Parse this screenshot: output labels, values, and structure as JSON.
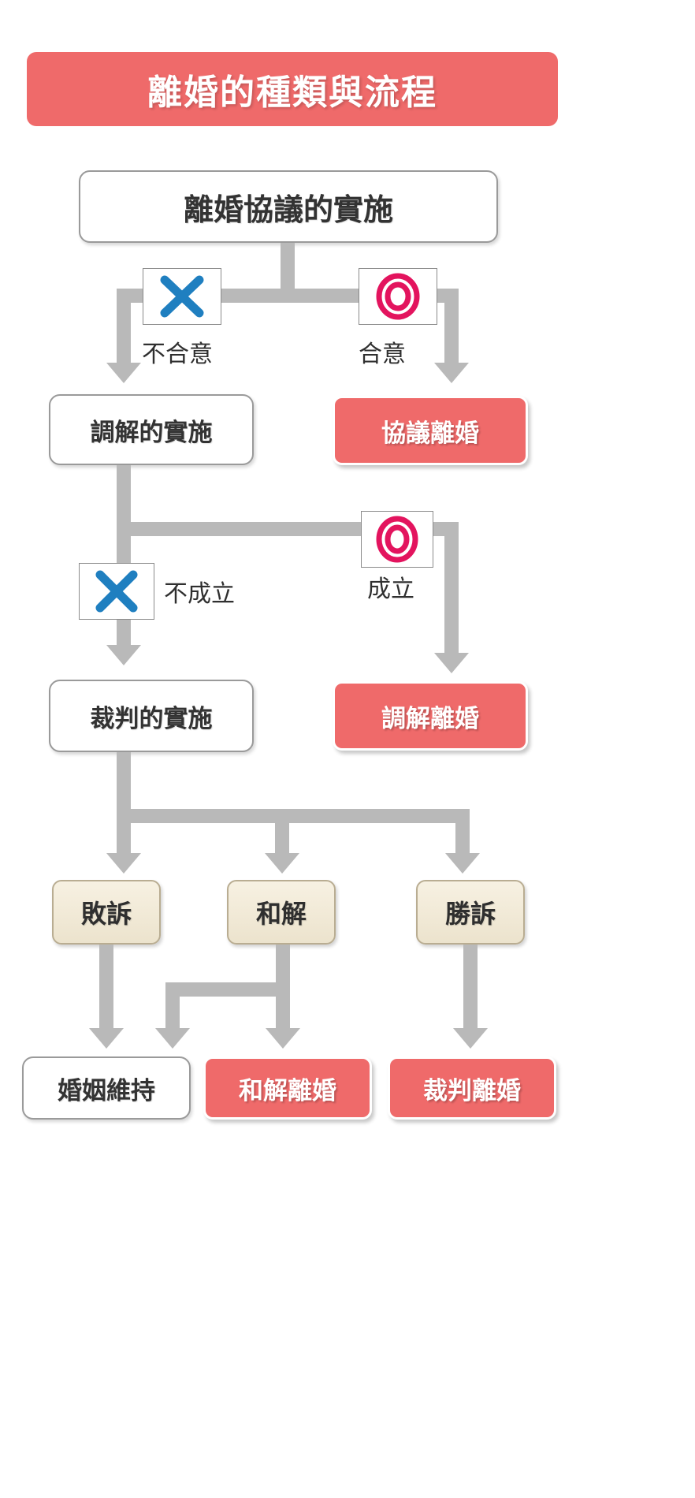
{
  "header": {
    "title": "離婚的種類與流程",
    "banner_color": "#ef6a6a",
    "title_color": "#ffffff"
  },
  "theme": {
    "connector_color": "#b9b9b9",
    "process_box_fill": "#ffffff",
    "process_box_border": "#9a9a9a",
    "result_box_fill": "#ef6a6a",
    "verdict_box_fill": "#efe7d3",
    "cross_icon_color": "#1f7fc0",
    "circle_icon_color": "#e3145e"
  },
  "flow": {
    "step_agreement": "離婚協議的實施",
    "step_mediation": "調解的實施",
    "step_trial": "裁判的實施",
    "branch_disagree": "不合意",
    "branch_agree": "合意",
    "branch_not_established": "不成立",
    "branch_established": "成立",
    "result_agreement_divorce": "協議離婚",
    "result_mediation_divorce": "調解離婚",
    "verdict_lose": "敗訴",
    "verdict_settle": "和解",
    "verdict_win": "勝訴",
    "outcome_marriage_kept": "婚姻維持",
    "outcome_settlement_divorce": "和解離婚",
    "outcome_judicial_divorce": "裁判離婚"
  },
  "icons": {
    "cross": "cross-icon",
    "circle": "double-circle-icon"
  }
}
